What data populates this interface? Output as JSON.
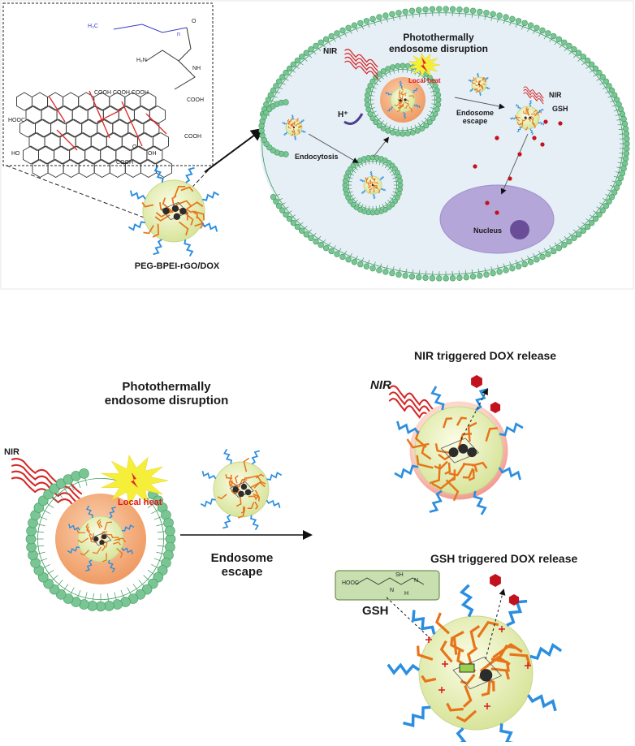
{
  "top_panel": {
    "nanoparticle_label": "PEG-BPEI-rGO/DOX",
    "cell_title": "Photothermally\nendosome disruption",
    "nir": "NIR",
    "local_heat": "Local heat",
    "h_plus": "H⁺",
    "endocytosis": "Endocytosis",
    "endosome_escape": "Endosome\nescape",
    "nir_right": "NIR",
    "gsh": "GSH",
    "nucleus": "Nucleus",
    "chem": {
      "peg": "H₃C",
      "n": "n",
      "h2n": "H₂N",
      "nh": "NH",
      "o": "O",
      "cooh_row": "COOH COOH COOH",
      "hooc": "HOOC",
      "cooh_r1": "COOH",
      "cooh_r2": "COOH",
      "ho": "HO",
      "oh": "OH",
      "o_bottom": "O",
      "cooh_bottom": "COOH"
    }
  },
  "bottom_panel": {
    "title": "Photothermally\nendosome disruption",
    "nir": "NIR",
    "local_heat": "Local heat",
    "endosome_escape": "Endosome\nescape",
    "nir_release_title": "NIR triggered DOX release",
    "nir_release_nir": "NIR",
    "gsh_release_title": "GSH triggered DOX release",
    "gsh_box_label": "GSH",
    "gsh_struct": {
      "hooc": "HOOC",
      "sh": "SH",
      "n": "N",
      "h": "H",
      "nh": "N"
    }
  },
  "colors": {
    "membrane_head": "#79c593",
    "membrane_edge": "#3e9a5e",
    "cell_fill": "#e6eef6",
    "nucleus": "#b5a6d9",
    "nucleolus": "#6a4d98",
    "particle": "#eef2b8",
    "polymer": "#e8741a",
    "peg": "#2b8ee0",
    "nir_wave": "#d62828",
    "dox": "#c2121e",
    "heat": "#f6ef3a",
    "endosome_core": "#f3b284",
    "gsh_box": "#c8dfb0"
  }
}
